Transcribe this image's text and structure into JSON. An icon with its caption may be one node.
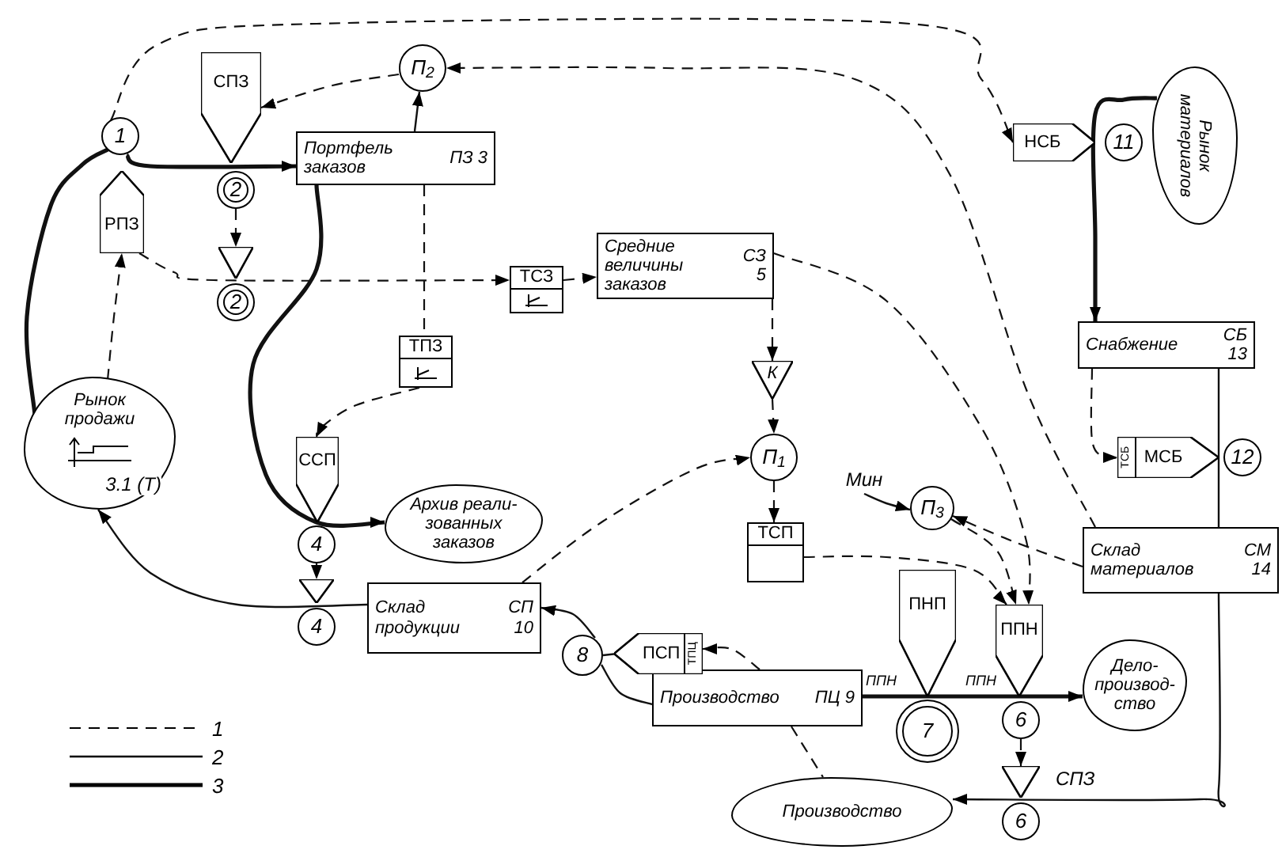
{
  "diagram": {
    "nodes": [
      {
        "text": [
          "1"
        ]
      },
      {
        "text": [
          "СПЗ"
        ]
      },
      {
        "text": [
          "2"
        ]
      },
      {
        "text": [
          "Портфель заказов",
          "ПЗ 3"
        ]
      },
      {
        "text": [
          "П$_{2}$"
        ]
      },
      {
        "text": [
          "РПЗ"
        ]
      },
      {
        "text": [],
        "shape": "triangle"
      },
      {
        "text": [
          "2"
        ]
      },
      {
        "text": [
          "ТСЗ"
        ]
      },
      {
        "text": [
          "Средние величины заказов",
          "СЗ 5"
        ]
      },
      {
        "text": [
          "Рынок продажи",
          "3.1 (Т)"
        ]
      },
      {
        "text": [
          "ТПЗ"
        ]
      },
      {
        "text": [
          "ССП"
        ]
      },
      {
        "text": [
          "4"
        ]
      },
      {
        "text": [
          "Архив реали-зованных заказов"
        ]
      },
      {
        "text": [],
        "shape": "triangle"
      },
      {
        "text": [
          "4"
        ]
      },
      {
        "text": [
          "Склад продукции",
          "СП 10"
        ]
      },
      {
        "text": [
          "К"
        ]
      },
      {
        "text": [
          "П$_{1}$"
        ]
      },
      {
        "text": [
          "ТСП"
        ]
      },
      {
        "text": [
          "Мин"
        ]
      },
      {
        "text": [
          "П$_{3}$"
        ]
      },
      {
        "text": [
          "ПНП"
        ]
      },
      {
        "text": [
          "ППН"
        ]
      },
      {
        "text": [
          "7"
        ]
      },
      {
        "text": [
          "6"
        ]
      },
      {
        "text": [
          "Дело-производ-ство"
        ]
      },
      {
        "text": [],
        "shape": "triangle"
      },
      {
        "text": [
          "6"
        ]
      },
      {
        "text": [
          "Производство"
        ]
      },
      {
        "text": [
          "Производство",
          "ПЦ 9"
        ]
      },
      {
        "text": [
          "8"
        ]
      },
      {
        "text": [
          "ПСП",
          "ТПЦ"
        ]
      },
      {
        "text": [
          "НСБ"
        ]
      },
      {
        "text": [
          "11"
        ]
      },
      {
        "text": [
          "Рынок материалов"
        ]
      },
      {
        "text": [
          "Снабжение",
          "СБ 13"
        ]
      },
      {
        "text": [
          "ТСБ",
          "МСБ"
        ]
      },
      {
        "text": [
          "12"
        ]
      },
      {
        "text": [
          "Склад материалов",
          "СМ 14"
        ]
      }
    ],
    "edges": [
      {
        "from": 10,
        "to": 0,
        "arrow": "none",
        "style": "thick"
      },
      {
        "from": 0,
        "to": 3,
        "arrow": "to",
        "style": "thick"
      },
      {
        "from": 3,
        "to": 4,
        "arrow": "to"
      },
      {
        "from": 4,
        "to": 1,
        "arrow": "to",
        "style": "dashed"
      },
      {
        "from": 2,
        "to": 6,
        "arrow": "to",
        "style": "dashed"
      },
      {
        "from": 5,
        "to": 8,
        "arrow": "to",
        "style": "dashed"
      },
      {
        "from": 10,
        "to": 5,
        "arrow": "to",
        "style": "dashed"
      },
      {
        "from": 8,
        "to": 9,
        "arrow": "to",
        "style": "dashed"
      },
      {
        "from": 3,
        "to": 11,
        "arrow": "none",
        "style": "dashed"
      },
      {
        "from": 11,
        "to": 12,
        "arrow": "to",
        "style": "dashed"
      },
      {
        "from": 3,
        "to": 14,
        "arrow": "to",
        "style": "thick"
      },
      {
        "from": 17,
        "to": 10,
        "arrow": "to"
      },
      {
        "from": 9,
        "to": 18,
        "arrow": "to",
        "style": "dashed"
      },
      {
        "from": 18,
        "to": 19,
        "arrow": "to",
        "style": "dashed"
      },
      {
        "from": 19,
        "to": 20,
        "arrow": "to",
        "style": "dashed"
      },
      {
        "from": 17,
        "to": 19,
        "arrow": "to",
        "style": "dashed"
      },
      {
        "from": 20,
        "to": 24,
        "arrow": "to",
        "style": "dashed"
      },
      {
        "from": 21,
        "to": 22,
        "arrow": "to"
      },
      {
        "from": 22,
        "to": 24,
        "arrow": "to",
        "style": "dashed"
      },
      {
        "from": 40,
        "to": 22,
        "arrow": "to",
        "style": "dashed"
      },
      {
        "from": 9,
        "to": 24,
        "arrow": "to",
        "style": "dashed"
      },
      {
        "from": 40,
        "to": 4,
        "arrow": "to",
        "style": "dashed"
      },
      {
        "from": 0,
        "to": 34,
        "arrow": "to",
        "style": "dashed"
      },
      {
        "from": 36,
        "to": 37,
        "arrow": "to",
        "style": "thick"
      },
      {
        "from": 37,
        "to": 40,
        "arrow": "none"
      },
      {
        "from": 37,
        "to": 38,
        "arrow": "to",
        "style": "dashed"
      },
      {
        "from": 40,
        "to": 30,
        "arrow": "to",
        "label": "СПЗ"
      },
      {
        "from": 26,
        "to": 28,
        "arrow": "to",
        "style": "dashed"
      },
      {
        "from": 31,
        "to": 27,
        "arrow": "to",
        "style": "thick"
      },
      {
        "from": 31,
        "to": 32,
        "arrow": "none"
      },
      {
        "from": 32,
        "to": 17,
        "arrow": "to"
      },
      {
        "from": 33,
        "to": 32,
        "arrow": "none"
      },
      {
        "from": 31,
        "to": 33,
        "arrow": "to",
        "style": "dashed"
      },
      {
        "from": 31,
        "to": 30,
        "arrow": "none",
        "style": "dashed"
      },
      {
        "from": 13,
        "to": 15,
        "arrow": "to",
        "style": "dashed"
      }
    ],
    "labels": [
      "ППН",
      "ППН"
    ],
    "legend": [
      {
        "text": "1"
      },
      {
        "text": "2"
      },
      {
        "text": "3"
      }
    ]
  }
}
